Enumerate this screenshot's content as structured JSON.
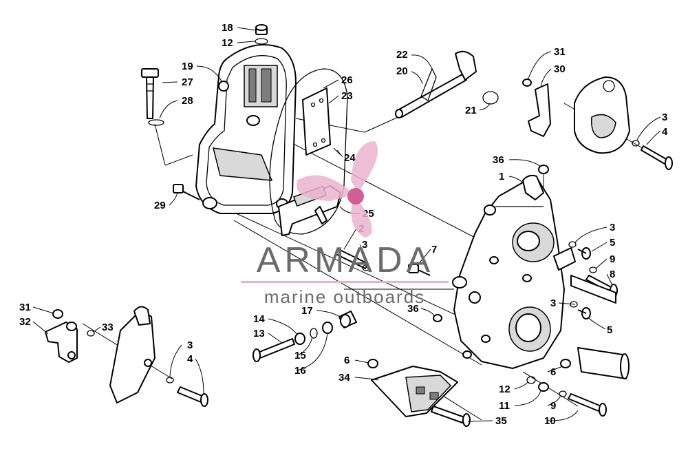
{
  "watermark": {
    "brand": "ARMADA",
    "subtitle": "marine outboards",
    "accent_color": "#e8b0cc",
    "text_color": "#6b6b6b"
  },
  "callouts": [
    {
      "id": "c18",
      "label": "18"
    },
    {
      "id": "c12a",
      "label": "12"
    },
    {
      "id": "c19",
      "label": "19"
    },
    {
      "id": "c27",
      "label": "27"
    },
    {
      "id": "c28",
      "label": "28"
    },
    {
      "id": "c26",
      "label": "26"
    },
    {
      "id": "c23",
      "label": "23"
    },
    {
      "id": "c24",
      "label": "24"
    },
    {
      "id": "c22",
      "label": "22"
    },
    {
      "id": "c20",
      "label": "20"
    },
    {
      "id": "c21",
      "label": "21"
    },
    {
      "id": "c31a",
      "label": "31"
    },
    {
      "id": "c30",
      "label": "30"
    },
    {
      "id": "c3a",
      "label": "3"
    },
    {
      "id": "c4a",
      "label": "4"
    },
    {
      "id": "c36a",
      "label": "36"
    },
    {
      "id": "c1",
      "label": "1"
    },
    {
      "id": "c29",
      "label": "29"
    },
    {
      "id": "c25",
      "label": "25"
    },
    {
      "id": "c2",
      "label": "2"
    },
    {
      "id": "c3b",
      "label": "3"
    },
    {
      "id": "c7",
      "label": "7"
    },
    {
      "id": "c3c",
      "label": "3"
    },
    {
      "id": "c5a",
      "label": "5"
    },
    {
      "id": "c9a",
      "label": "9"
    },
    {
      "id": "c8",
      "label": "8"
    },
    {
      "id": "c31b",
      "label": "31"
    },
    {
      "id": "c32",
      "label": "32"
    },
    {
      "id": "c33",
      "label": "33"
    },
    {
      "id": "c17",
      "label": "17"
    },
    {
      "id": "c36b",
      "label": "36"
    },
    {
      "id": "c14",
      "label": "14"
    },
    {
      "id": "c13",
      "label": "13"
    },
    {
      "id": "c15",
      "label": "15"
    },
    {
      "id": "c16",
      "label": "16"
    },
    {
      "id": "c3d",
      "label": "3"
    },
    {
      "id": "c5b",
      "label": "5"
    },
    {
      "id": "c3e",
      "label": "3"
    },
    {
      "id": "c4b",
      "label": "4"
    },
    {
      "id": "c6a",
      "label": "6"
    },
    {
      "id": "c34",
      "label": "34"
    },
    {
      "id": "c6b",
      "label": "6"
    },
    {
      "id": "c12b",
      "label": "12"
    },
    {
      "id": "c11",
      "label": "11"
    },
    {
      "id": "c9b",
      "label": "9"
    },
    {
      "id": "c10",
      "label": "10"
    },
    {
      "id": "c35",
      "label": "35"
    }
  ]
}
